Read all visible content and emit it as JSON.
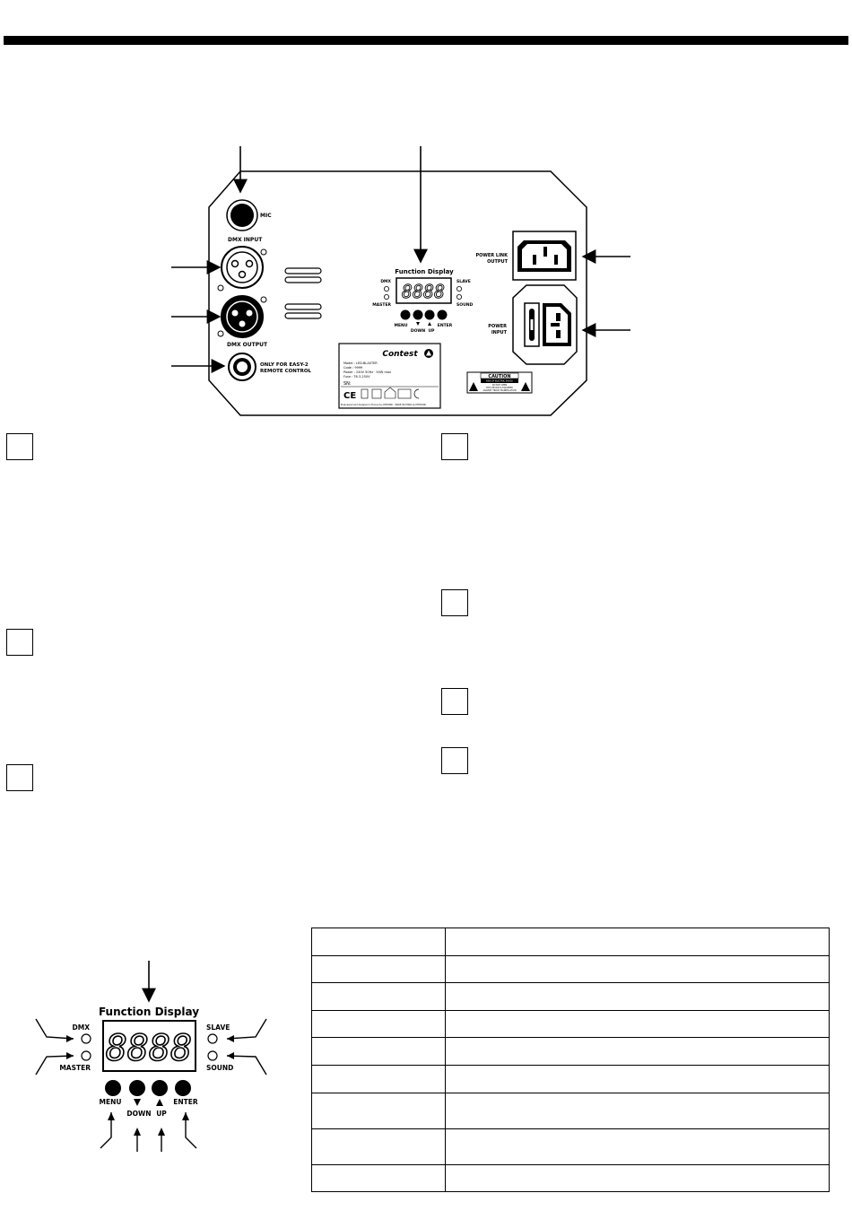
{
  "device": {
    "mic_label": "MIC",
    "dmx_input_label": "DMX INPUT",
    "dmx_output_label": "DMX OUTPUT",
    "easy_label_1": "ONLY FOR EASY-2",
    "easy_label_2": "REMOTE CONTROL",
    "function_display_label": "Function Display",
    "dmx_label": "DMX",
    "master_label": "MASTER",
    "slave_label": "SLAVE",
    "sound_label": "SOUND",
    "display_digits": "8888",
    "menu_label": "MENU",
    "down_label": "DOWN",
    "up_label": "UP",
    "enter_label": "ENTER",
    "power_link_1": "POWER LINK",
    "power_link_2": "OUTPUT",
    "power_input_1": "POWER",
    "power_input_2": "INPUT",
    "brand": "Contest",
    "model_line": "Model : LED-BLASTER",
    "code_line": "Code : 9999",
    "power_line": "Power : 240V 50Hz · 50W max",
    "fuse_line": "Fuse : T6.3-250V",
    "sn_label": "SN:",
    "footer_line": "Engineered and designed in France by CITRONIC · MADE IN CHINA by HITMUSIC",
    "caution_label": "CAUTION",
    "caution_text_1": "RISK OF ELECTRIC SHOCK",
    "caution_text_2": "DO NOT OPEN",
    "caution_text_3": "THIS DEVICE IS EQUIPPED",
    "caution_text_4": "AGAINST TRICKY MANIPULATION"
  },
  "function_display": {
    "title": "Function Display",
    "dmx_label": "DMX",
    "master_label": "MASTER",
    "slave_label": "SLAVE",
    "sound_label": "SOUND",
    "display_digits": "8888",
    "menu_label": "MENU",
    "down_label": "DOWN",
    "up_label": "UP",
    "enter_label": "ENTER"
  },
  "table_rows": 9
}
